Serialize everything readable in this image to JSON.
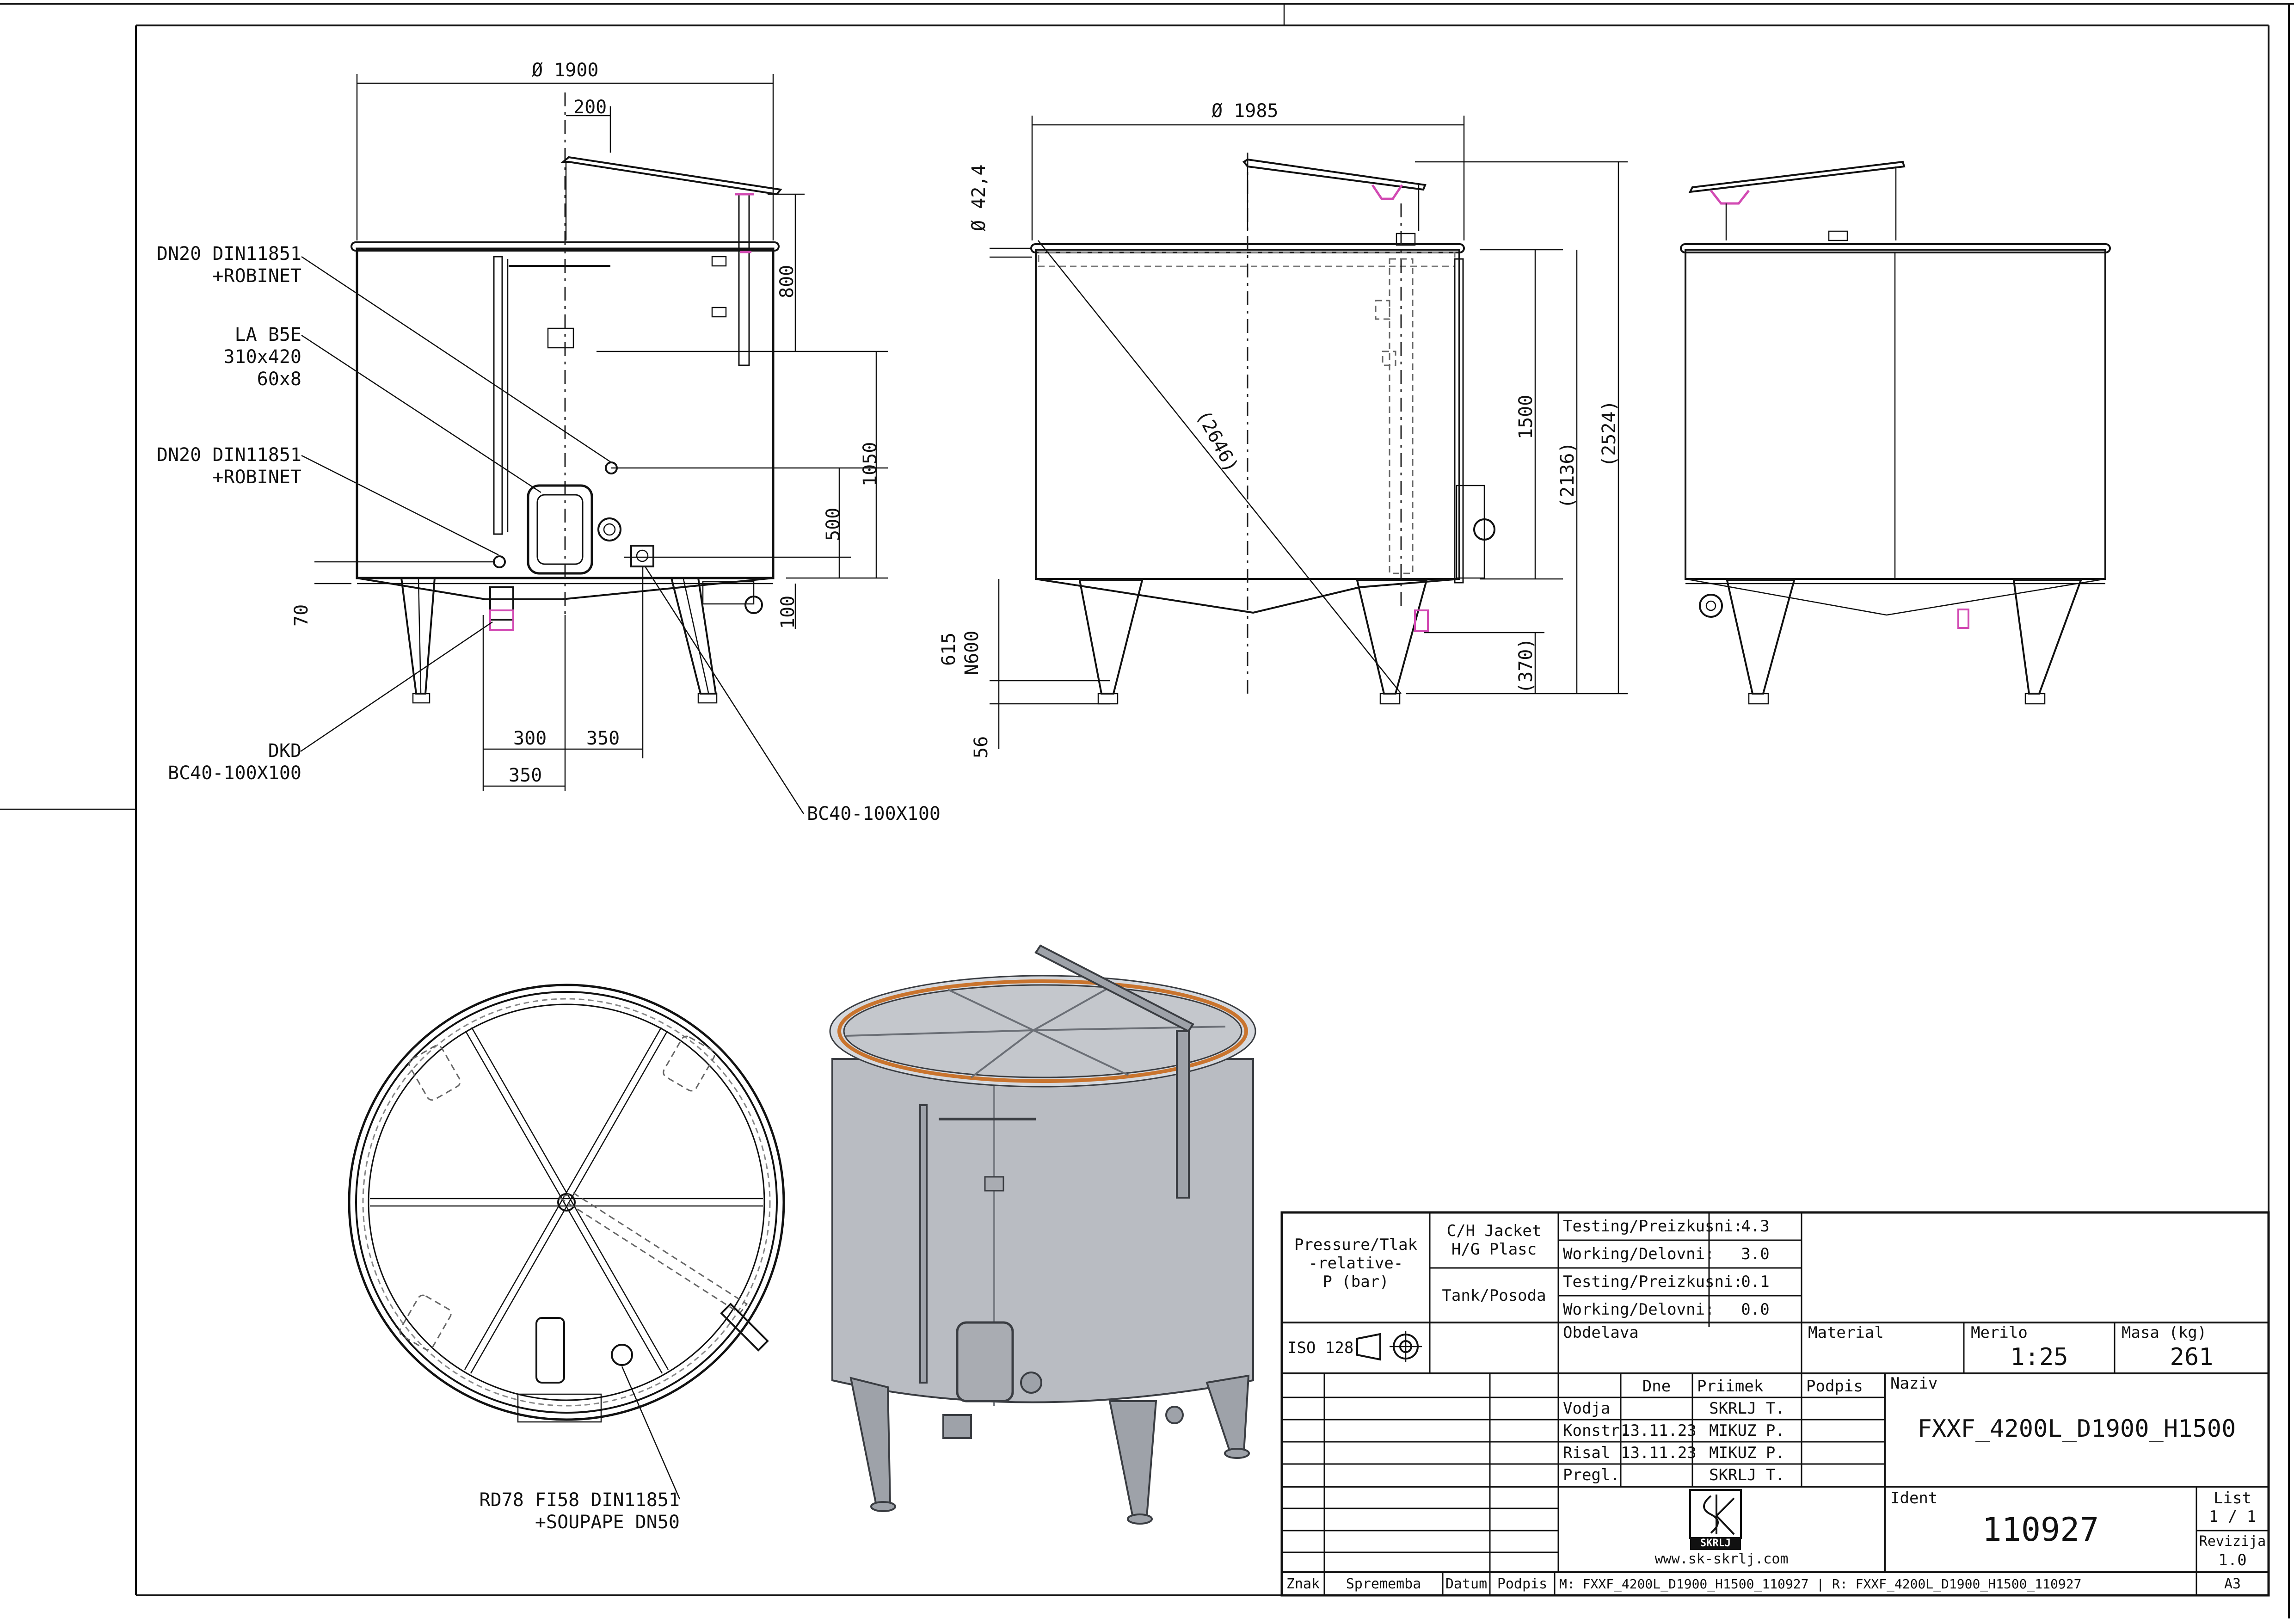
{
  "views": {
    "front": {
      "dims": {
        "diameter": "Ø 1900",
        "arm_offset": "200",
        "arm_height": "800",
        "sample_height": "1050",
        "manway_height": "500",
        "outlet_height": "70",
        "bottom_height": "100",
        "leg_a": "300",
        "leg_b": "350",
        "leg_c": "350"
      },
      "callouts": {
        "valve_top": "DN20 DIN11851\n+ROBINET",
        "manway": "LA B5E\n310x420\n60x8",
        "valve_bottom": "DN20 DIN11851\n+ROBINET",
        "outlet_left": "DKD\nBC40-100X100",
        "outlet_right": "BC40-100X100"
      }
    },
    "side": {
      "dims": {
        "diameter": "Ø 1985",
        "rim": "Ø 42,4",
        "diagonal": "(2646)",
        "shell_height": "1500",
        "total_height_a": "(2136)",
        "total_height_b": "(2524)",
        "leg_height": "(370)",
        "foot_a": "615",
        "foot_b": "N600",
        "foot_c": "56"
      }
    },
    "plan": {
      "callout": "RD78 FI58 DIN11851\n+SOUPAPE DN50"
    }
  },
  "title_block": {
    "pressure_label": "Pressure/Tlak\n-relative-\nP (bar)",
    "jacket_label": "C/H Jacket\nH/G Plasc",
    "tank_label": "Tank/Posoda",
    "rows": [
      {
        "label": "Testing/Preizkusni:",
        "value": "4.3"
      },
      {
        "label": "Working/Delovni:",
        "value": "3.0"
      },
      {
        "label": "Testing/Preizkusni:",
        "value": "0.1"
      },
      {
        "label": "Working/Delovni:",
        "value": "0.0"
      }
    ],
    "iso": "ISO 128",
    "obdelava": "Obdelava",
    "material": "Material",
    "merilo_label": "Merilo",
    "merilo": "1:25",
    "masa_label": "Masa (kg)",
    "masa": "261",
    "hdr_dne": "Dne",
    "hdr_priimek": "Priimek",
    "hdr_podpis": "Podpis",
    "naziv_label": "Naziv",
    "naziv": "FXXF_4200L_D1900_H1500",
    "staff": [
      {
        "role": "Vodja",
        "date": "",
        "name": "SKRLJ T."
      },
      {
        "role": "Konstr.",
        "date": "13.11.23",
        "name": "MIKUZ P."
      },
      {
        "role": "Risal",
        "date": "13.11.23",
        "name": "MIKUZ P."
      },
      {
        "role": "Pregl.",
        "date": "",
        "name": "SKRLJ T."
      }
    ],
    "ident_label": "Ident",
    "ident": "110927",
    "list_label": "List",
    "list": "1 / 1",
    "revizija_label": "Revizija",
    "revizija": "1.0",
    "logo": "SKRLJ",
    "website": "www.sk-skrlj.com",
    "footer_znak": "Znak",
    "footer_sprememba": "Sprememba",
    "footer_datum": "Datum",
    "footer_podpis": "Podpis",
    "footer_model": "M: FXXF_4200L_D1900_H1500_110927 | R: FXXF_4200L_D1900_H1500_110927",
    "format": "A3"
  }
}
